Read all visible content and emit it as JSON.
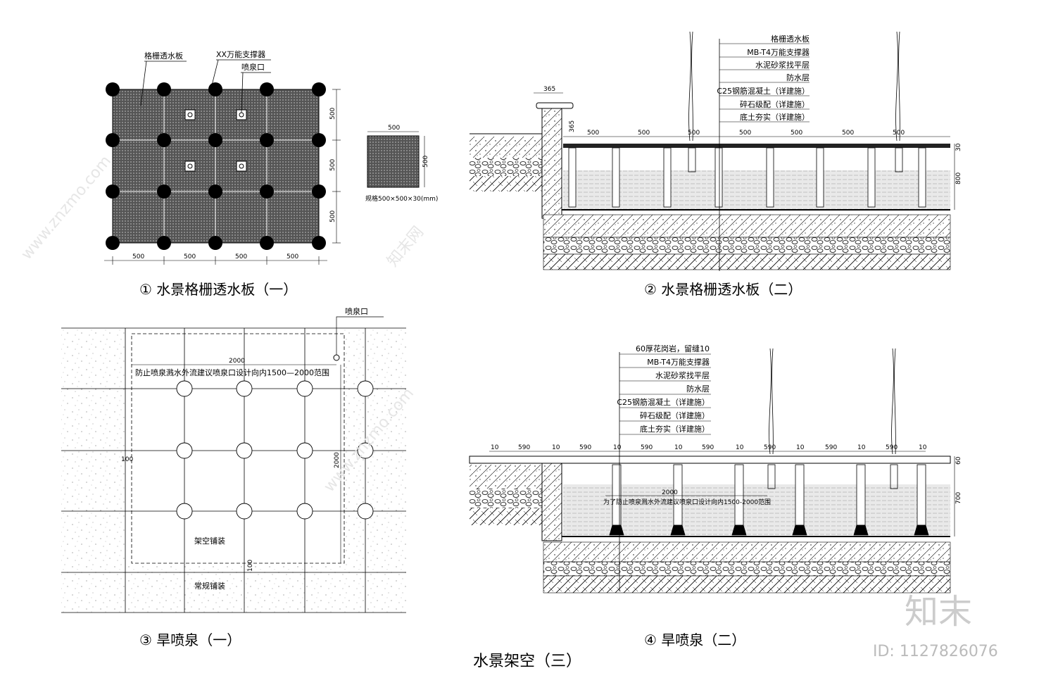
{
  "main_title": "水景架空（三）",
  "watermark_id": "ID: 1127826076",
  "watermark_logo": "知末",
  "watermark_site": "www.znzmo.com",
  "watermark_brand": "知末网",
  "panel1": {
    "caption": "① 水景格栅透水板（一）",
    "labels": {
      "grate": "格栅透水板",
      "support": "XX万能支撑器",
      "nozzle": "喷泉口"
    },
    "dims_bottom": [
      "500",
      "500",
      "500",
      "500"
    ],
    "dims_right": [
      "500",
      "500",
      "500"
    ],
    "detail_top": "500",
    "detail_right": "500",
    "detail_note": "规格500×500×30(mm)"
  },
  "panel2": {
    "caption": "② 水景格栅透水板（二）",
    "layers": [
      "格栅透水板",
      "MB-T4万能支撑器",
      "水泥砂浆找平层",
      "防水层",
      "C25钢筋混凝土（详建施）",
      "碎石级配（详建施）",
      "底土夯实（详建施）"
    ],
    "dims_top": [
      "500",
      "500",
      "500",
      "500",
      "500",
      "500",
      "500"
    ],
    "dim_wall_top": "365",
    "dim_wall_side": "365",
    "dim_right_small": "30",
    "dim_right_big": "800"
  },
  "panel3": {
    "caption": "③ 旱喷泉（一）",
    "nozzle": "喷泉口",
    "note": "防止喷泉溅水外流建议喷泉口设计向内1500—2000范围",
    "dim_top": "2000",
    "dim_side": "2000",
    "dim_100_a": "100",
    "dim_100_b": "100",
    "zone_raised": "架空铺装",
    "zone_normal": "常规铺装"
  },
  "panel4": {
    "caption": "④ 旱喷泉（二）",
    "layers": [
      "60厚花岗岩，留缝10",
      "MB-T4万能支撑器",
      "水泥砂浆找平层",
      "防水层",
      "C25钢筋混凝土（详建施）",
      "碎石级配（详建施）",
      "底土夯实（详建施）"
    ],
    "dims_top": [
      "10",
      "590",
      "10",
      "590",
      "10",
      "590",
      "10",
      "590",
      "10",
      "590",
      "10",
      "590",
      "10",
      "590",
      "10"
    ],
    "note_dim": "2000",
    "note": "为了防止喷泉溅水外流建议喷泉口设计向内1500-2000范围",
    "dim_right_small": "60",
    "dim_right_big": "700"
  }
}
